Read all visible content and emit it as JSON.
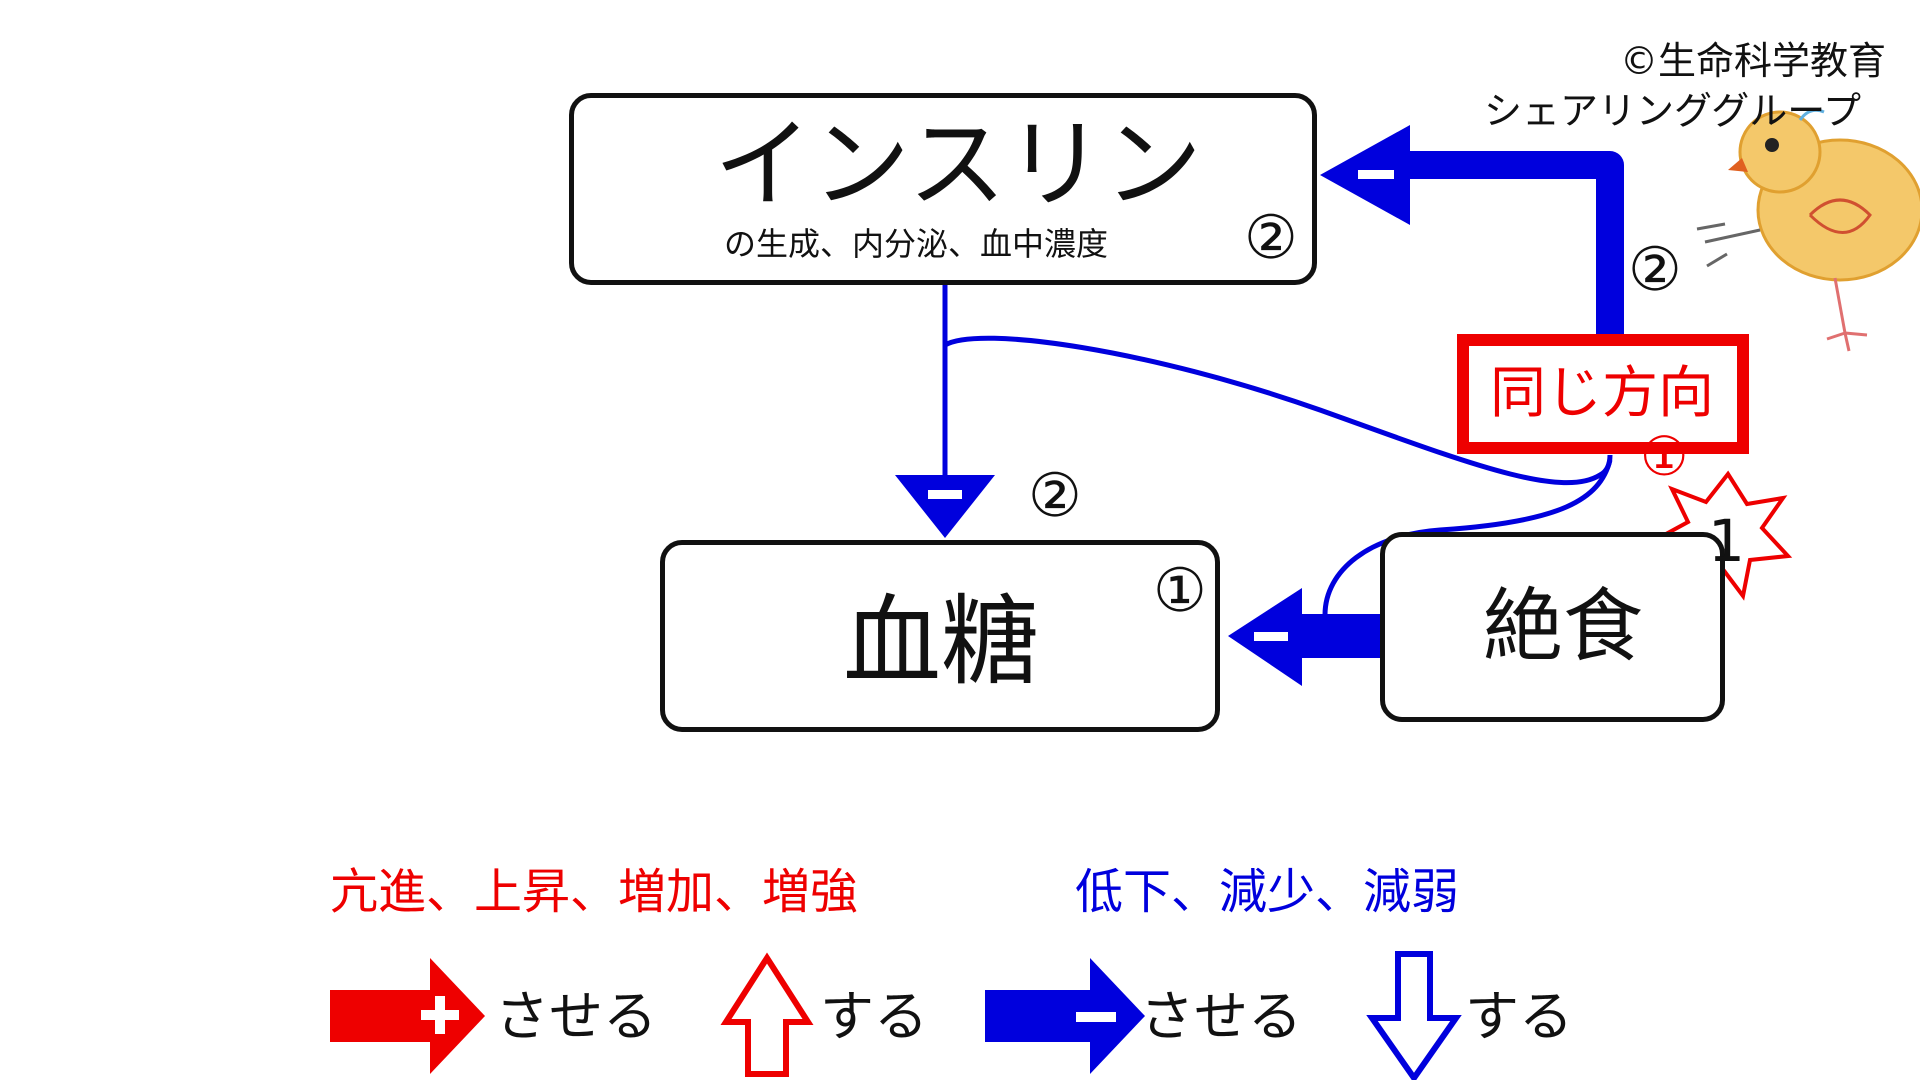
{
  "copyright": {
    "line1": "©生命科学教育",
    "line2": "シェアリンググループ"
  },
  "nodes": {
    "insulin": {
      "title": "インスリン",
      "subtitle": "の生成、内分泌、血中濃度",
      "step": "②"
    },
    "blood_sugar": {
      "title": "血糖",
      "step": "①"
    },
    "fasting": {
      "title": "絶食",
      "burst": "1"
    }
  },
  "labels": {
    "arrow_to_insulin_step": "②",
    "arrow_to_blood_sugar_step": "②",
    "same_direction": "同じ方向",
    "same_direction_step": "①"
  },
  "legend": {
    "increase_words": "亢進、上昇、増加、増強",
    "decrease_words": "低下、減少、減弱",
    "plus_arrow_text": "させる",
    "up_arrow_text": "する",
    "minus_arrow_text": "させる",
    "down_arrow_text": "する"
  },
  "colors": {
    "increase": "#ee0000",
    "decrease": "#0000dd",
    "outline": "#111111"
  }
}
